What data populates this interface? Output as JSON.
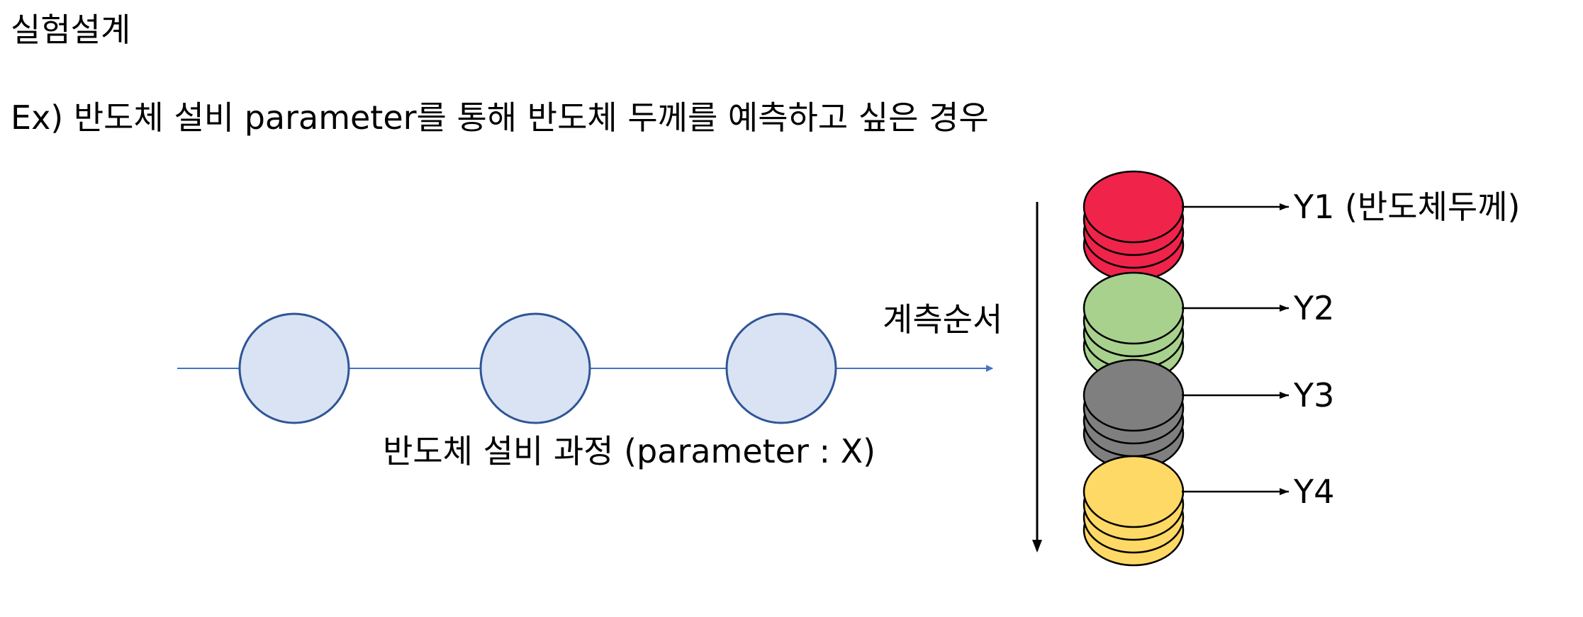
{
  "title": "실험설계",
  "subtitle": "Ex) 반도체 설비 parameter를 통해 반도체 두께를 예측하고 싶은 경우",
  "process": {
    "label": "반도체 설비 과정 (parameter : X)",
    "node_fill": "#dae3f3",
    "node_stroke": "#2f5597",
    "line_color": "#4472c4",
    "node_count": 3
  },
  "measurement": {
    "order_label": "계측순서",
    "stacks": [
      {
        "label": "Y1 (반도체두께)",
        "color": "#f0234b"
      },
      {
        "label": "Y2",
        "color": "#a9d18e"
      },
      {
        "label": "Y3",
        "color": "#7f7f7f"
      },
      {
        "label": "Y4",
        "color": "#ffd966"
      }
    ]
  }
}
